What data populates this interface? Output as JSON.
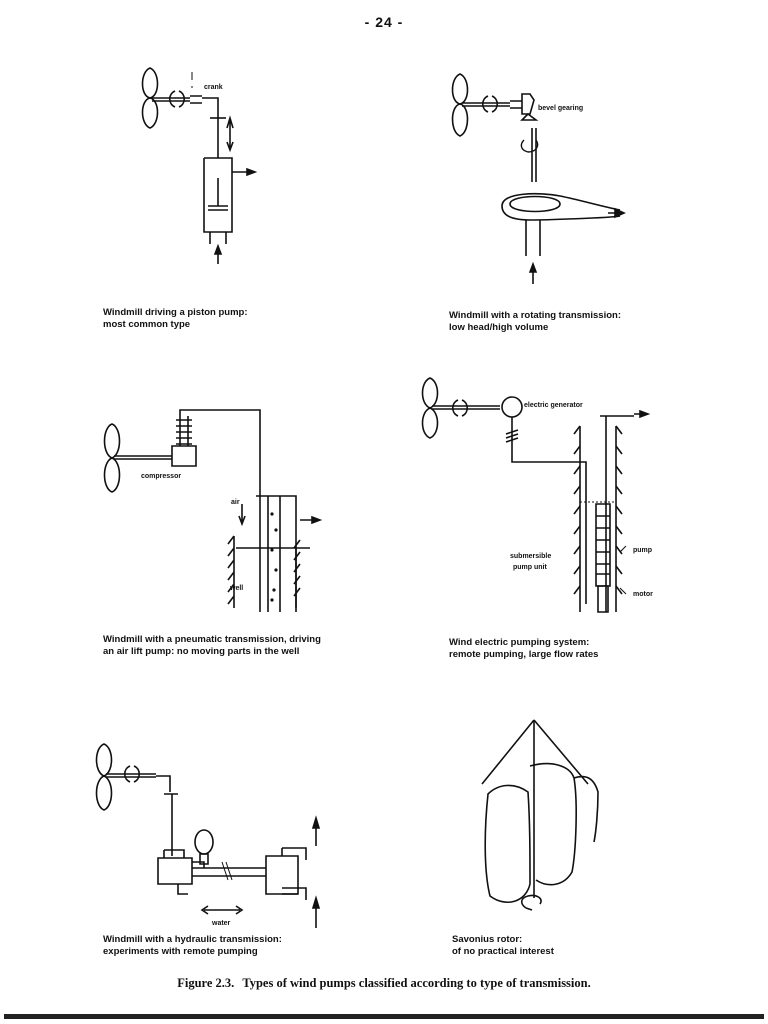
{
  "page_number": "- 24 -",
  "panels": [
    {
      "caption_line1": "Windmill driving a piston pump:",
      "caption_line2": "most common type",
      "labels": [
        "crank"
      ]
    },
    {
      "caption_line1": "Windmill with a rotating transmission:",
      "caption_line2": "low head/high volume",
      "labels": [
        "bevel gearing"
      ]
    },
    {
      "caption_line1": "Windmill with a pneumatic transmission, driving",
      "caption_line2": "an air lift pump: no moving parts in the well",
      "labels": [
        "compressor",
        "air",
        "well"
      ]
    },
    {
      "caption_line1": "Wind electric pumping system:",
      "caption_line2": "remote pumping, large flow rates",
      "labels": [
        "electric generator",
        "submersible",
        "pump unit",
        "pump",
        "motor"
      ]
    },
    {
      "caption_line1": "Windmill with a hydraulic transmission:",
      "caption_line2": "experiments with remote pumping",
      "labels": [
        "water"
      ]
    },
    {
      "caption_line1": "Savonius rotor:",
      "caption_line2": "of no practical interest",
      "labels": []
    }
  ],
  "figure": {
    "number": "Figure 2.3.",
    "caption": "Types of wind pumps classified according to type of transmission."
  }
}
